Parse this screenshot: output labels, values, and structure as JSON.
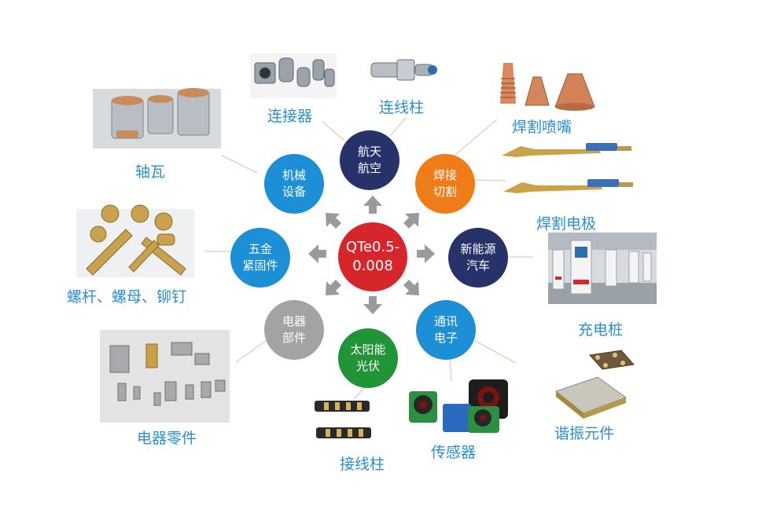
{
  "center": {
    "line1": "QTe0.5-",
    "line2": "0.008",
    "color": "#d6262c"
  },
  "nodes": {
    "aerospace": {
      "line1": "航天",
      "line2": "航空",
      "color": "#27326b"
    },
    "welding": {
      "line1": "焊接",
      "line2": "切割",
      "color": "#ee7d17"
    },
    "newenergy": {
      "line1": "新能源",
      "line2": "汽车",
      "color": "#27326b"
    },
    "telecom": {
      "line1": "通讯",
      "line2": "电子",
      "color": "#1c8fd6"
    },
    "solar": {
      "line1": "太阳能",
      "line2": "光伏",
      "color": "#229438"
    },
    "electrical": {
      "line1": "电器",
      "line2": "部件",
      "color": "#a3a3a3"
    },
    "hardware": {
      "line1": "五金",
      "line2": "紧固件",
      "color": "#1c8fd6"
    },
    "machinery": {
      "line1": "机械",
      "line2": "设备",
      "color": "#1c8fd6"
    }
  },
  "labels": {
    "connector": "连接器",
    "binding_post": "连线柱",
    "torch_nozzle": "焊割喷嘴",
    "torch_electrode": "焊割电极",
    "charging_pile": "充电桩",
    "resonator": "谐振元件",
    "sensor": "传感器",
    "terminal_post": "接线柱",
    "electrical_parts": "电器零件",
    "screws_nuts_rivets": "螺杆、螺母、铆钉",
    "bearing_bush": "轴瓦"
  }
}
